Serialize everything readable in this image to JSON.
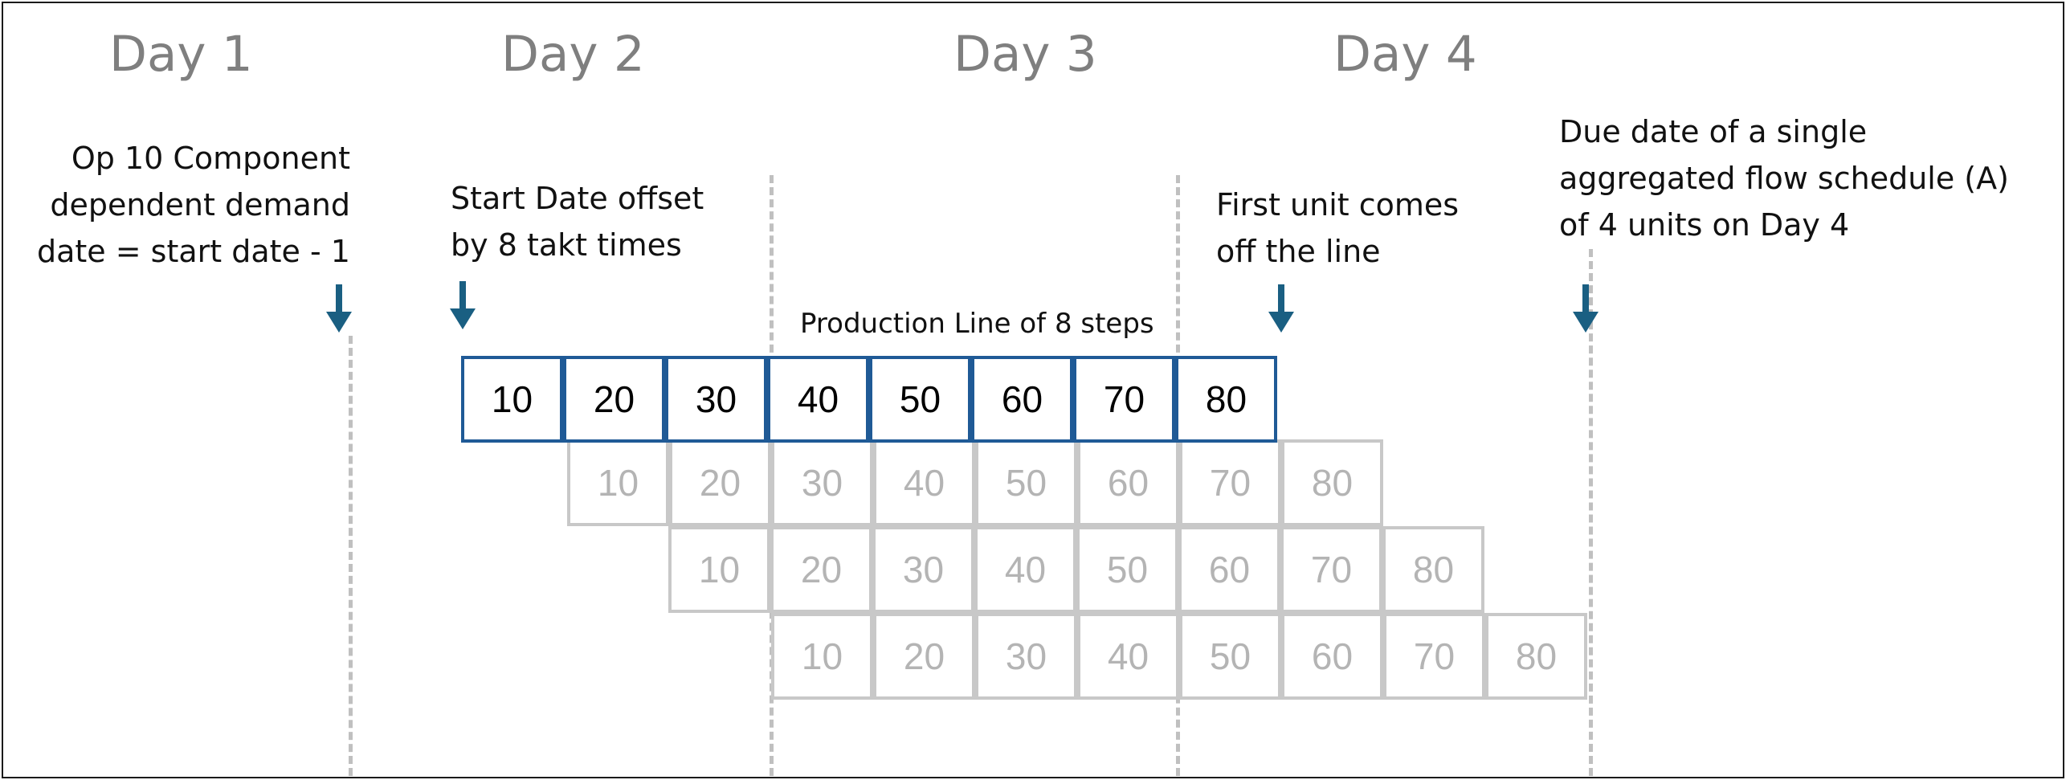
{
  "days": [
    "Day 1",
    "Day 2",
    "Day 3",
    "Day 4"
  ],
  "notes": {
    "op10": [
      "Op 10 Component",
      "dependent demand",
      "date =  start date - 1"
    ],
    "start": [
      "Start Date offset",
      "by 8 takt times"
    ],
    "first_unit": [
      "First unit comes",
      "off the line"
    ],
    "due_date": [
      "Due date of a single",
      "aggregated flow schedule (A)",
      "of 4 units on Day 4"
    ]
  },
  "production_line_label": "Production Line of 8 steps",
  "rows": [
    [
      "10",
      "20",
      "30",
      "40",
      "50",
      "60",
      "70",
      "80"
    ],
    [
      "10",
      "20",
      "30",
      "40",
      "50",
      "60",
      "70",
      "80"
    ],
    [
      "10",
      "20",
      "30",
      "40",
      "50",
      "60",
      "70",
      "80"
    ],
    [
      "10",
      "20",
      "30",
      "40",
      "50",
      "60",
      "70",
      "80"
    ]
  ],
  "colors": {
    "main_border": "#1f5a96",
    "ghost_border": "#c8c8c8",
    "ghost_text": "#b4b4b4",
    "arrow": "#1a5f82",
    "day_text": "#7f7f7f",
    "divider": "#c0c0c0"
  },
  "icons": [
    "down-arrow-icon"
  ]
}
